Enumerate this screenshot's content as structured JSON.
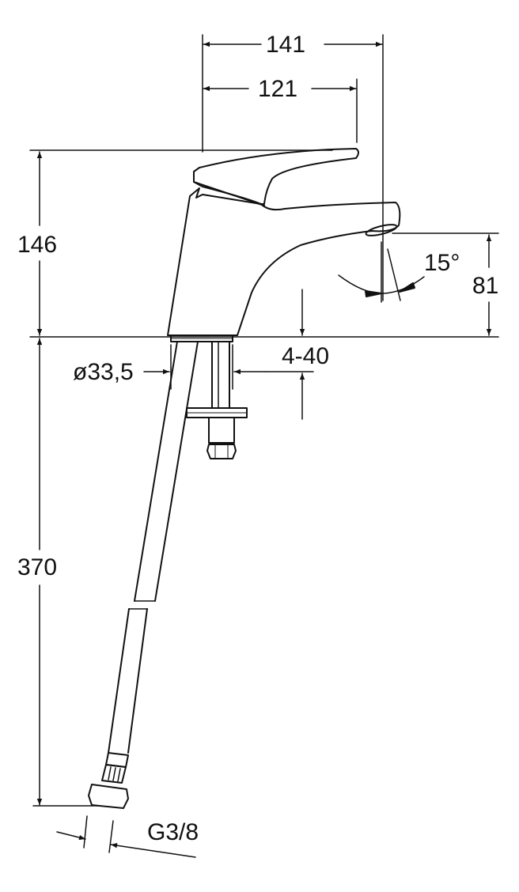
{
  "drawing": {
    "subject": "single-lever basin mixer faucet",
    "colors": {
      "line": "#111111",
      "background": "#ffffff"
    },
    "dimensions": {
      "overall_depth": "141",
      "handle_depth": "121",
      "total_height": "146",
      "spout_height": "81",
      "spout_angle": "15°",
      "body_diameter": "ø33,5",
      "deck_thickness": "4-40",
      "hose_length": "370",
      "connection_thread": "G3/8"
    }
  }
}
